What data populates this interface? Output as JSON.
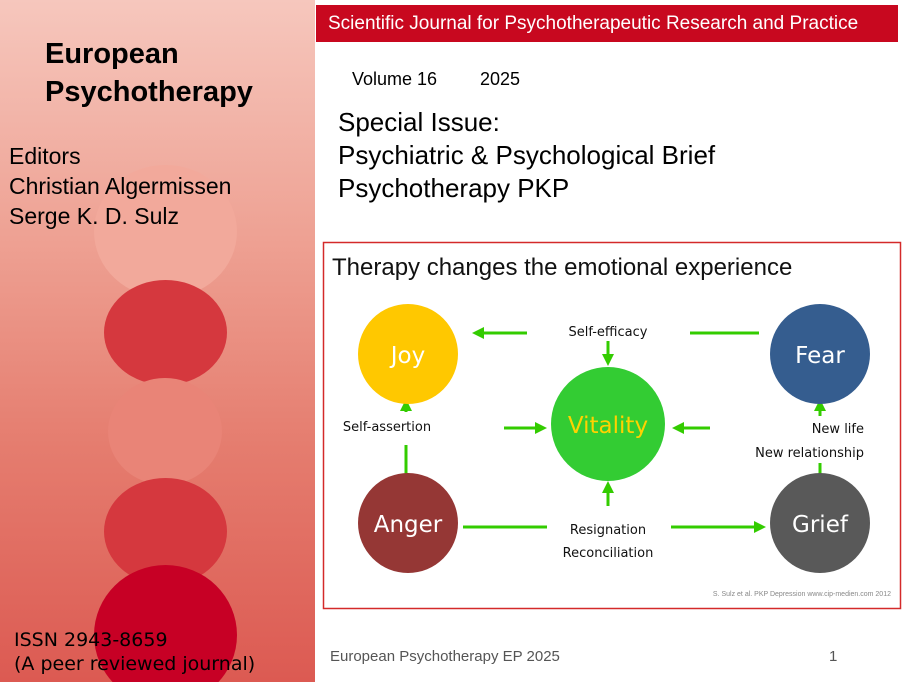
{
  "journal": {
    "title_line1": "European",
    "title_line2": "Psychotherapy",
    "editors_label": "Editors",
    "editor1": "Christian Algermissen",
    "editor2": "Serge K. D. Sulz",
    "issn": "ISSN 2943-8659",
    "peer_review": "(A peer reviewed journal)"
  },
  "banner": "Scientific Journal for Psychotherapeutic Research and Practice",
  "volume": "Volume 16",
  "year": "2025",
  "special_issue": {
    "line1": "Special Issue:",
    "line2": "Psychiatric & Psychological Brief",
    "line3": "Psychotherapy PKP"
  },
  "figure": {
    "title": "Therapy changes the emotional experience",
    "nodes": {
      "joy": {
        "label": "Joy",
        "color": "#ffc800"
      },
      "fear": {
        "label": "Fear",
        "color": "#355d8f"
      },
      "vitality": {
        "label": "Vitality",
        "color": "#33cc33"
      },
      "anger": {
        "label": "Anger",
        "color": "#953735"
      },
      "grief": {
        "label": "Grief",
        "color": "#595959"
      }
    },
    "labels": {
      "self_efficacy": "Self-efficacy",
      "self_assertion": "Self-assertion",
      "new_life": "New life",
      "new_relationship": "New relationship",
      "resignation": "Resignation",
      "reconciliation": "Reconciliation"
    },
    "credit": "S. Sulz et al. PKP Depression www.cip-medien.com 2012",
    "arrow_color": "#33cc00"
  },
  "footer": {
    "text": "European Psychotherapy EP 2025",
    "page": "1"
  }
}
